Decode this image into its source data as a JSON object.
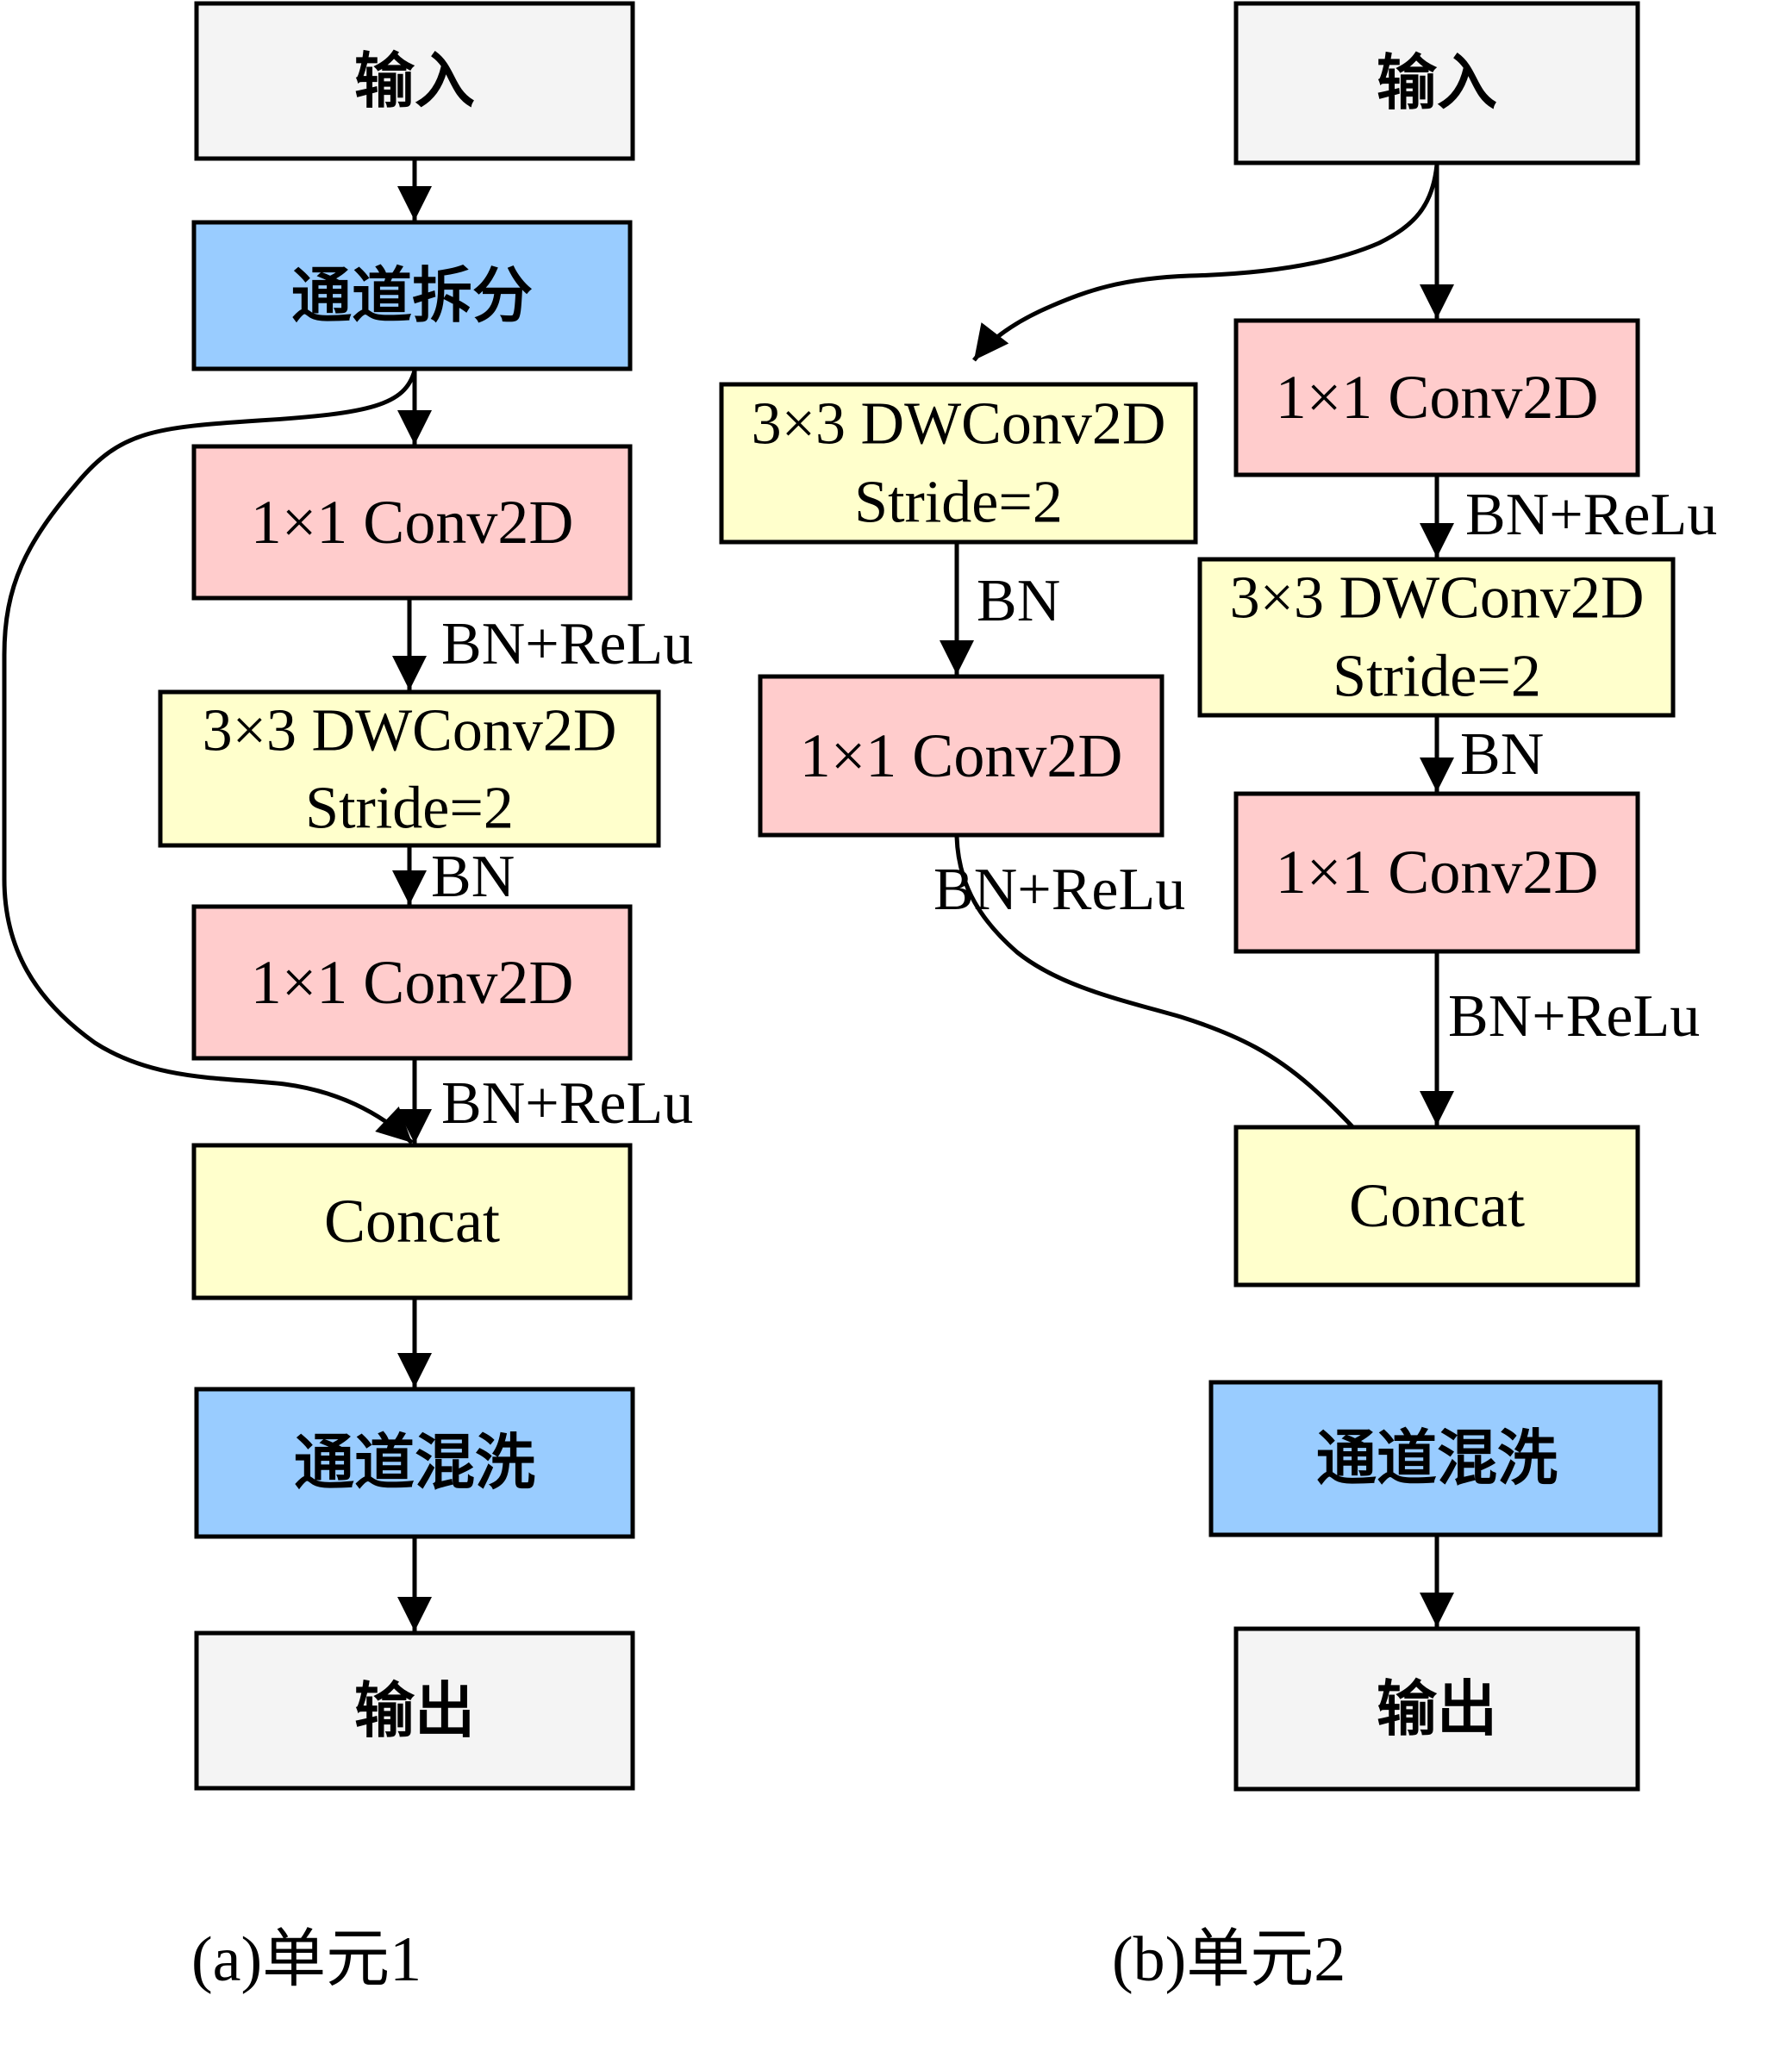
{
  "colors": {
    "io": "#f4f4f4",
    "channel_op": "#99ccff",
    "conv1x1": "#ffcccc",
    "dwconv_concat": "#ffffcc",
    "stroke": "#000000"
  },
  "unit1": {
    "caption": "(a)单元1",
    "nodes": {
      "input": "输入",
      "split": "通道拆分",
      "conv1": "1×1 Conv2D",
      "dw_line1": "3×3 DWConv2D",
      "dw_line2": "Stride=2",
      "conv2": "1×1 Conv2D",
      "concat": "Concat",
      "shuffle": "通道混洗",
      "output": "输出"
    },
    "edge_labels": {
      "conv1_to_dw": "BN+ReLu",
      "dw_to_conv2": "BN",
      "conv2_to_concat": "BN+ReLu"
    }
  },
  "unit2": {
    "caption": "(b)单元2",
    "nodes": {
      "input": "输入",
      "left_dw_line1": "3×3 DWConv2D",
      "left_dw_line2": "Stride=2",
      "left_conv": "1×1 Conv2D",
      "right_conv1": "1×1 Conv2D",
      "right_dw_line1": "3×3 DWConv2D",
      "right_dw_line2": "Stride=2",
      "right_conv2": "1×1 Conv2D",
      "concat": "Concat",
      "shuffle": "通道混洗",
      "output": "输出"
    },
    "edge_labels": {
      "left_dw_to_conv": "BN",
      "left_conv_to_concat": "BN+ReLu",
      "right_conv1_to_dw": "BN+ReLu",
      "right_dw_to_conv2": "BN",
      "right_conv2_to_concat": "BN+ReLu"
    }
  }
}
